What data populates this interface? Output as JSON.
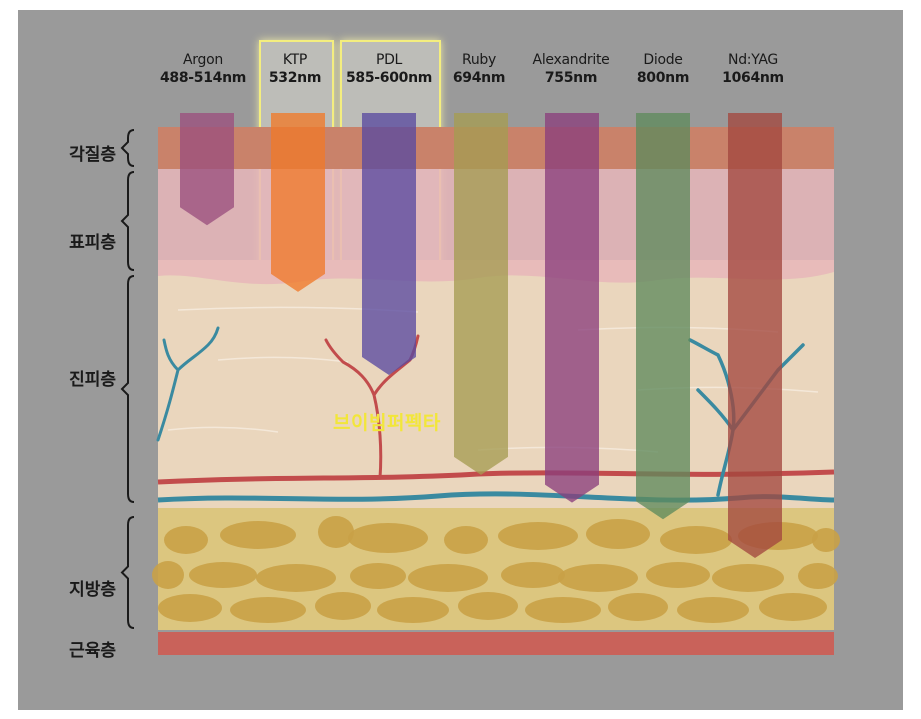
{
  "lasers": [
    {
      "name": "Argon",
      "wavelength": "488-514nm",
      "color": "#9b4f7e",
      "depth": 0.17,
      "highlighted": false
    },
    {
      "name": "KTP",
      "wavelength": "532nm",
      "color": "#f07a2a",
      "depth": 0.29,
      "highlighted": true
    },
    {
      "name": "PDL",
      "wavelength": "585-600nm",
      "color": "#5a4aa0",
      "depth": 0.44,
      "highlighted": true
    },
    {
      "name": "Ruby",
      "wavelength": "694nm",
      "color": "#a59c52",
      "depth": 0.62,
      "highlighted": false
    },
    {
      "name": "Alexandrite",
      "wavelength": "755nm",
      "color": "#8a3f7c",
      "depth": 0.67,
      "highlighted": false
    },
    {
      "name": "Diode",
      "wavelength": "800nm",
      "color": "#5f8a5c",
      "depth": 0.7,
      "highlighted": false
    },
    {
      "name": "Nd:YAG",
      "wavelength": "1064nm",
      "color": "#a3483f",
      "depth": 0.77,
      "highlighted": false
    }
  ],
  "layers": [
    {
      "label": "각질층"
    },
    {
      "label": "표피층"
    },
    {
      "label": "진피층"
    },
    {
      "label": "지방층"
    },
    {
      "label": "근육층"
    }
  ],
  "brand": "브이빔퍼펙타",
  "colors": {
    "background": "#9a9a9a",
    "stratum_corneum": "#c9826a",
    "epidermis": "#e7b6ba",
    "dermis": "#ead6bd",
    "fat": "#dcc67f",
    "fat_cells": "#c9a147",
    "muscle": "#c9625a",
    "vein": "#3a8aa0",
    "artery": "#c24c4c",
    "highlight": "#f4ee7e",
    "brand_text": "#f2e63a"
  }
}
